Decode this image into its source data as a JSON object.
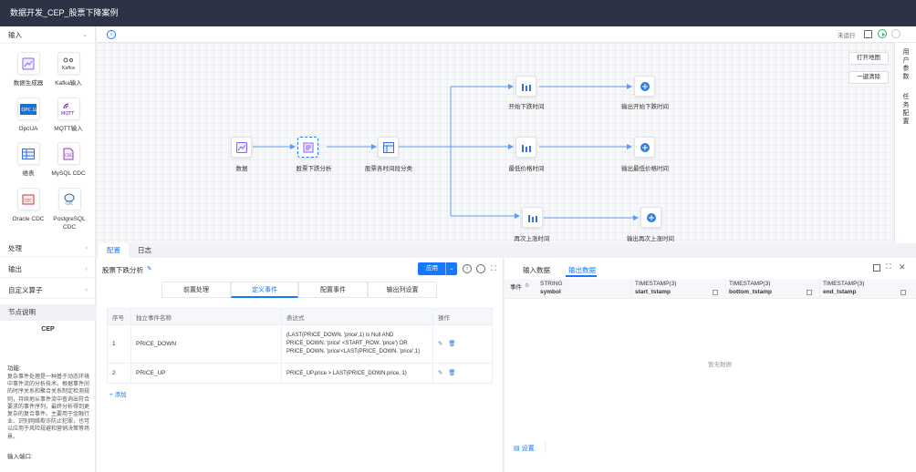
{
  "window": {
    "title": "数据开发_CEP_股票下降案例"
  },
  "left": {
    "sections": [
      {
        "label": "输入"
      },
      {
        "label": "处理"
      },
      {
        "label": "输出"
      },
      {
        "label": "自定义算子"
      }
    ],
    "components": [
      {
        "label": "数据生成器",
        "icon": "data-generator-icon"
      },
      {
        "label": "Kafka输入",
        "icon": "kafka-icon"
      },
      {
        "label": "OpcUA",
        "icon": "opcua-icon"
      },
      {
        "label": "MQTT输入",
        "icon": "mqtt-icon"
      },
      {
        "label": "维表",
        "icon": "table-icon"
      },
      {
        "label": "MySQL CDC",
        "icon": "cdc-icon"
      },
      {
        "label": "Oracle CDC",
        "icon": "cdc-icon"
      },
      {
        "label": "PostgreSQL CDC",
        "icon": "cdc-icon"
      }
    ],
    "description": {
      "header": "节点说明",
      "title": "CEP",
      "func_label": "功能:",
      "text": "复杂事件处理是一种基于动态环境中事件流的分析技术。根据事件间的时序关系和聚合关系制定检测规则，持续地从事件流中查询出符合要求的事件序列，最终分析得到更复杂的复合事件。主要用于金融行业、识别网络欺诈防止犯罪，也可以应用于风险规避和营销决策等场景。",
      "port_label": "输入端口:"
    }
  },
  "toolbar": {
    "status": "未运行",
    "info_icon": "info-icon",
    "save_icon": "save-icon",
    "run_icon": "play-icon",
    "stop_icon": "stop-icon"
  },
  "canvas": {
    "buttons": [
      "打开地图",
      "一键清除"
    ],
    "nodes": [
      {
        "id": "n1",
        "label": "数据"
      },
      {
        "id": "n2",
        "label": "股票下跌分析"
      },
      {
        "id": "n3",
        "label": "股票各时间段分类"
      },
      {
        "id": "n4",
        "label": "开始下跌时间"
      },
      {
        "id": "n5",
        "label": "最低价格时间"
      },
      {
        "id": "n6",
        "label": "再次上涨时间"
      },
      {
        "id": "n7",
        "label": "输出开始下跌时间"
      },
      {
        "id": "n8",
        "label": "输出最低价格时间"
      },
      {
        "id": "n9",
        "label": "输出再次上涨时间"
      }
    ]
  },
  "rightrail": {
    "items": [
      "用户参数",
      "任务配置"
    ]
  },
  "bottom_left": {
    "tabs": [
      "配置",
      "日志"
    ],
    "title": "股票下跌分析",
    "apply_label": "应用",
    "steps": [
      "前置处理",
      "定义事件",
      "配置事件",
      "输出列设置"
    ],
    "table": {
      "headers": [
        "序号",
        "独立事件名称",
        "表达式",
        "操作"
      ],
      "rows": [
        {
          "no": "1",
          "name": "PRICE_DOWN",
          "expr": "(LAST(PRICE_DOWN. 'price',1) is Null AND PRICE_DOWN. 'price' <START_ROW. 'price') OR PRICE_DOWN. 'price'<LAST(PRICE_DOWN. 'price',1)"
        },
        {
          "no": "2",
          "name": "PRICE_UP",
          "expr": "PRICE_UP.price > LAST(PRICE_DOWN.price, 1)"
        }
      ],
      "add_label": "+ 添加"
    }
  },
  "bottom_right": {
    "tabs": [
      "输入数据",
      "输出数据"
    ],
    "columns": [
      {
        "type": "STRING",
        "name": "symbol"
      },
      {
        "type": "TIMESTAMP(3)",
        "name": "start_tstamp"
      },
      {
        "type": "TIMESTAMP(3)",
        "name": "bottom_tstamp"
      },
      {
        "type": "TIMESTAMP(3)",
        "name": "end_tstamp"
      }
    ],
    "event_label": "事件",
    "empty_text": "暂无数据",
    "settings_label": "设置"
  },
  "colors": {
    "accent": "#1677ff",
    "titlebar": "#2b3345",
    "edge": "#5b9bf0",
    "run": "#19be6b"
  }
}
